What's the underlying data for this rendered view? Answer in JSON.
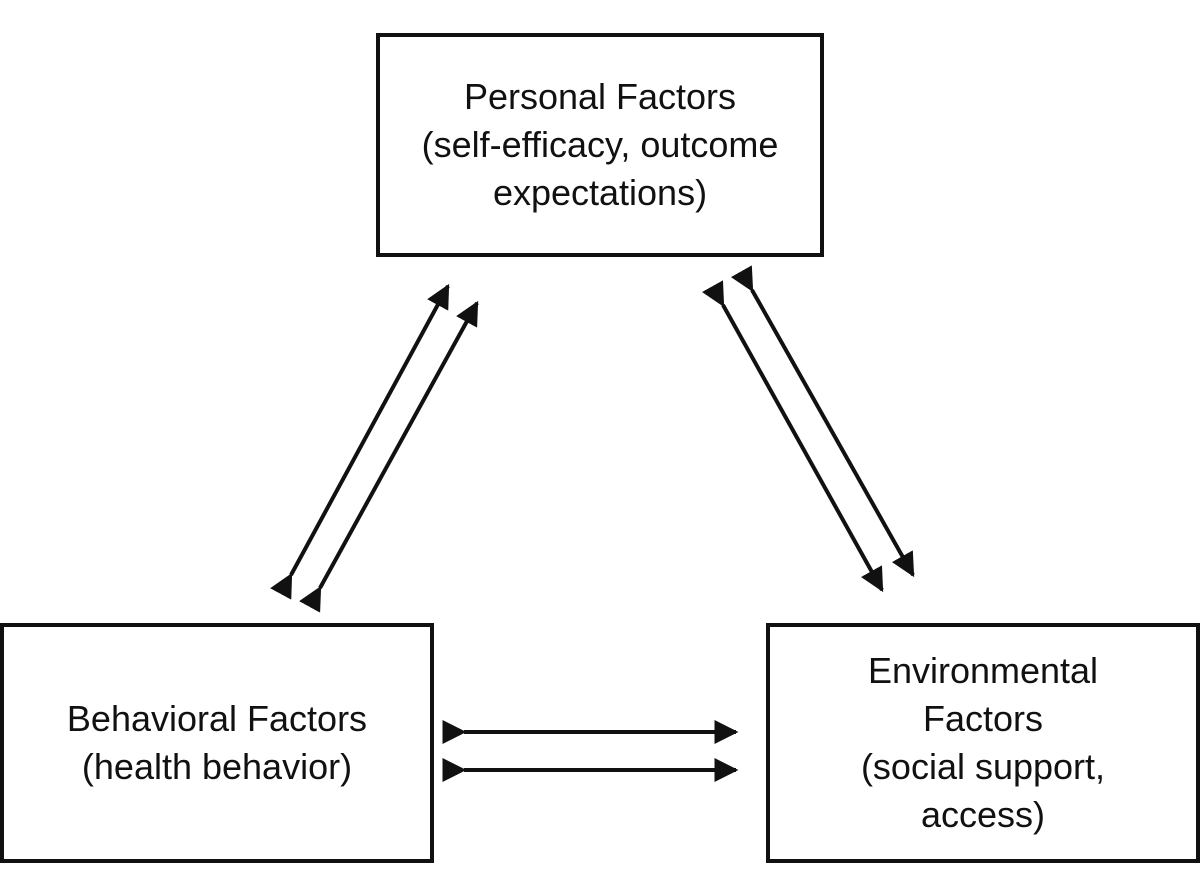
{
  "boxes": {
    "personal": {
      "lines": [
        "Personal Factors",
        "(self-efficacy, outcome",
        "expectations)"
      ]
    },
    "behavioral": {
      "lines": [
        "Behavioral Factors",
        "(health behavior)"
      ]
    },
    "environmental": {
      "lines": [
        "Environmental",
        "Factors",
        "(social support,",
        "access)"
      ]
    }
  },
  "colors": {
    "stroke": "#111111",
    "background": "#ffffff"
  }
}
